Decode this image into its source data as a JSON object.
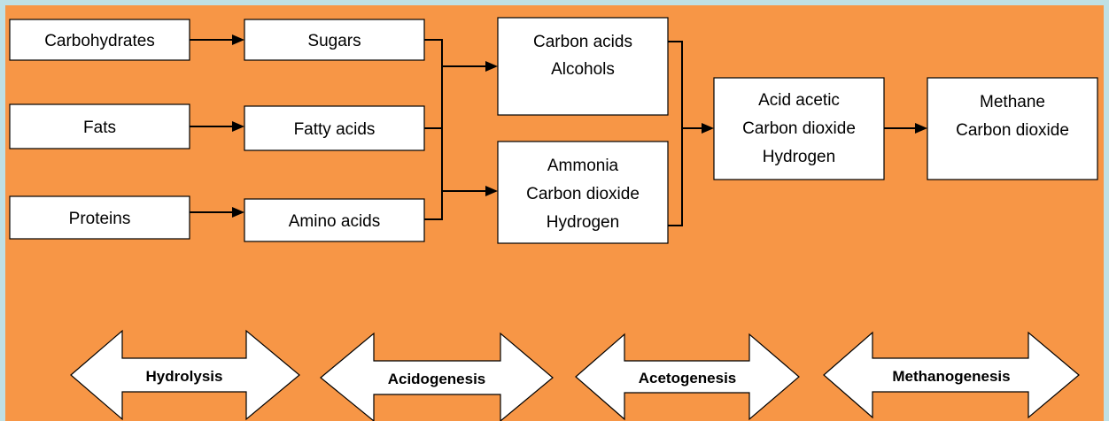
{
  "colors": {
    "background": "#F79646",
    "border": "#BFE0E5",
    "box_fill": "#FFFFFF",
    "stroke": "#000000"
  },
  "inputs": {
    "carbohydrates": "Carbohydrates",
    "fats": "Fats",
    "proteins": "Proteins"
  },
  "monomers": {
    "sugars": "Sugars",
    "fatty_acids": "Fatty acids",
    "amino_acids": "Amino acids"
  },
  "intermediates": {
    "carbon_acids": [
      "Carbon acids",
      "Alcohols"
    ],
    "ammonia_group": [
      "Ammonia",
      "Carbon dioxide",
      "Hydrogen"
    ]
  },
  "acetogenesis_products": [
    "Acid acetic",
    "Carbon dioxide",
    "Hydrogen"
  ],
  "final_products": [
    "Methane",
    "Carbon dioxide"
  ],
  "phases": {
    "hydrolysis": "Hydrolysis",
    "acidogenesis": "Acidogenesis",
    "acetogenesis": "Acetogenesis",
    "methanogenesis": "Methanogenesis"
  }
}
